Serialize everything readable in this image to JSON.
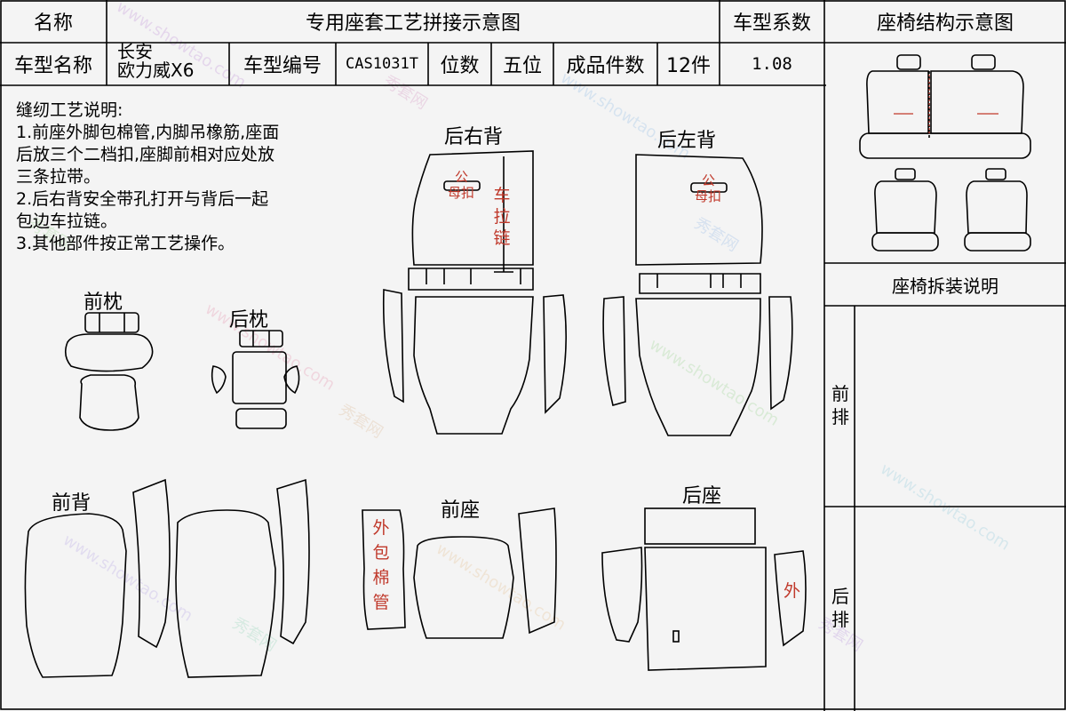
{
  "header": {
    "name_label": "名称",
    "title": "专用座套工艺拼接示意图",
    "coef_label": "车型系数",
    "structure_title": "座椅结构示意图"
  },
  "info": {
    "model_name_label": "车型名称",
    "model_line1": "长安",
    "model_line2": "欧力威X6",
    "model_code_label": "车型编号",
    "model_code": "CAS1031T",
    "seats_label": "位数",
    "seats_value": "五位",
    "pieces_label": "成品件数",
    "pieces_value": "12件",
    "coef_value": "1.08"
  },
  "notes": {
    "heading": "缝纫工艺说明:",
    "lines": [
      "1.前座外脚包棉管,内脚吊橡筋,座面",
      "后放三个二档扣,座脚前相对应处放",
      "三条拉带。",
      "2.后右背安全带孔打开与背后一起",
      "包边车拉链。",
      "3.其他部件按正常工艺操作。"
    ]
  },
  "parts": {
    "front_headrest": "前枕",
    "rear_headrest": "后枕",
    "rear_right_back": "后右背",
    "rear_left_back": "后左背",
    "front_back": "前背",
    "front_seat": "前座",
    "rear_seat": "后座"
  },
  "annotations": {
    "male_buckle": "公",
    "female_buckle": "母扣",
    "zipper_chars": [
      "车",
      "拉",
      "链"
    ],
    "outer_wrap_chars": [
      "外",
      "包",
      "棉",
      "管"
    ],
    "outer": "外"
  },
  "side_panel": {
    "disassembly_title": "座椅拆装说明",
    "front_row_chars": [
      "前",
      "排"
    ],
    "rear_row_chars": [
      "后",
      "排"
    ]
  },
  "watermark": {
    "text1": "www.showtao.com",
    "text2": "秀套网"
  },
  "colors": {
    "annotation_red": "#c0392b",
    "line": "#000000",
    "background": "#f4f4f4"
  }
}
